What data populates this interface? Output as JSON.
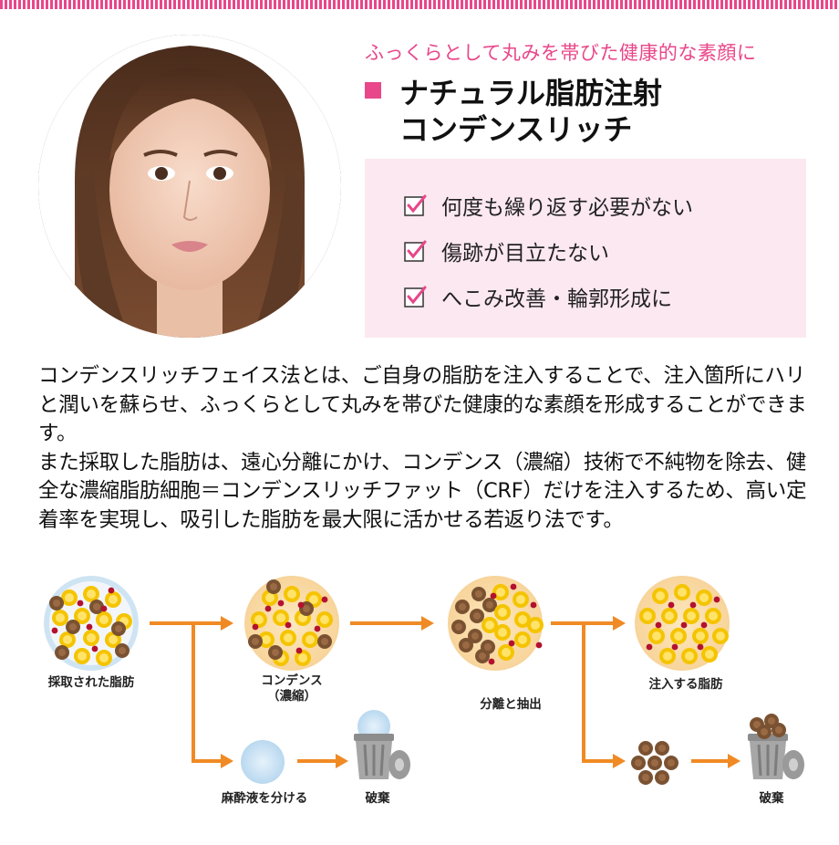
{
  "header": {
    "subtitle": "ふっくらとして丸みを帯びた健康的な素顔に",
    "title_line1": "ナチュラル脂肪注射",
    "title_line2": "コンデンスリッチ"
  },
  "checklist": [
    {
      "label": "何度も繰り返す必要がない"
    },
    {
      "label": "傷跡が目立たない"
    },
    {
      "label": "へこみ改善・輪郭形成に"
    }
  ],
  "description": {
    "paragraph1": "コンデンスリッチフェイス法とは、ご自身の脂肪を注入することで、注入箇所にハリと潤いを蘇らせ、ふっくらとして丸みを帯びた健康的な素顔を形成することができます。",
    "paragraph2": "また採取した脂肪は、遠心分離にかけ、コンデンス（濃縮）技術で不純物を除去、健全な濃縮脂肪細胞＝コンデンスリッチファット（CRF）だけを注入するため、高い定着率を実現し、吸引した脂肪を最大限に活かせる若返り法です。"
  },
  "flow": {
    "step1_label": "採取された脂肪",
    "step2_label": "コンデンス",
    "step2_sub": "（濃縮）",
    "step3_label": "分離と抽出",
    "step4_label": "注入する脂肪",
    "anesthetic_label": "麻酔液を分ける",
    "discard1_label": "破棄",
    "discard2_label": "破棄"
  },
  "colors": {
    "accent_pink": "#e8478a",
    "checklist_bg": "#fce8f0",
    "arrow_orange": "#f08a24",
    "fat_yellow": "#f5c400",
    "impurity_brown": "#7a5232",
    "blood_red": "#b3122e"
  },
  "icons": {
    "check": "checkbox-checked-icon",
    "trash": "trash-can-icon",
    "arrow": "arrow-right-icon"
  }
}
